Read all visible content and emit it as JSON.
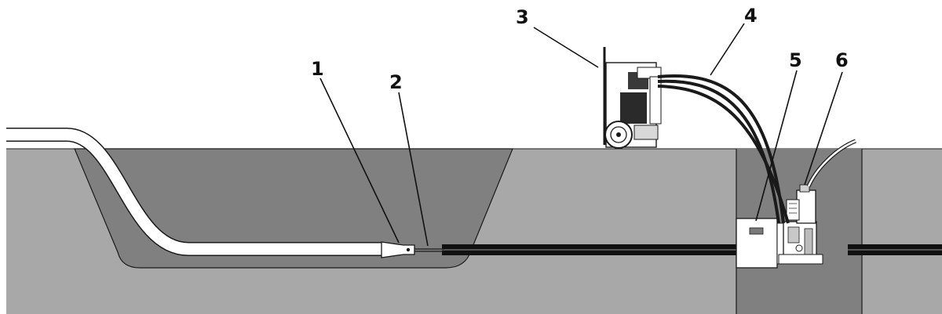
{
  "colors": {
    "ground": "#a8a8a8",
    "pit": "#808080",
    "outline": "#1a1a1a",
    "old_pipe": "#111111",
    "new_pipe_fill": "#ffffff"
  },
  "callouts": [
    {
      "number": "1",
      "refers_to": "pipe-head-adapter"
    },
    {
      "number": "2",
      "refers_to": "bursting-cable-joint"
    },
    {
      "number": "3",
      "refers_to": "hydraulic-power-unit"
    },
    {
      "number": "4",
      "refers_to": "hydraulic-hoses"
    },
    {
      "number": "5",
      "refers_to": "machine-pit-frame"
    },
    {
      "number": "6",
      "refers_to": "puller-unit"
    }
  ]
}
